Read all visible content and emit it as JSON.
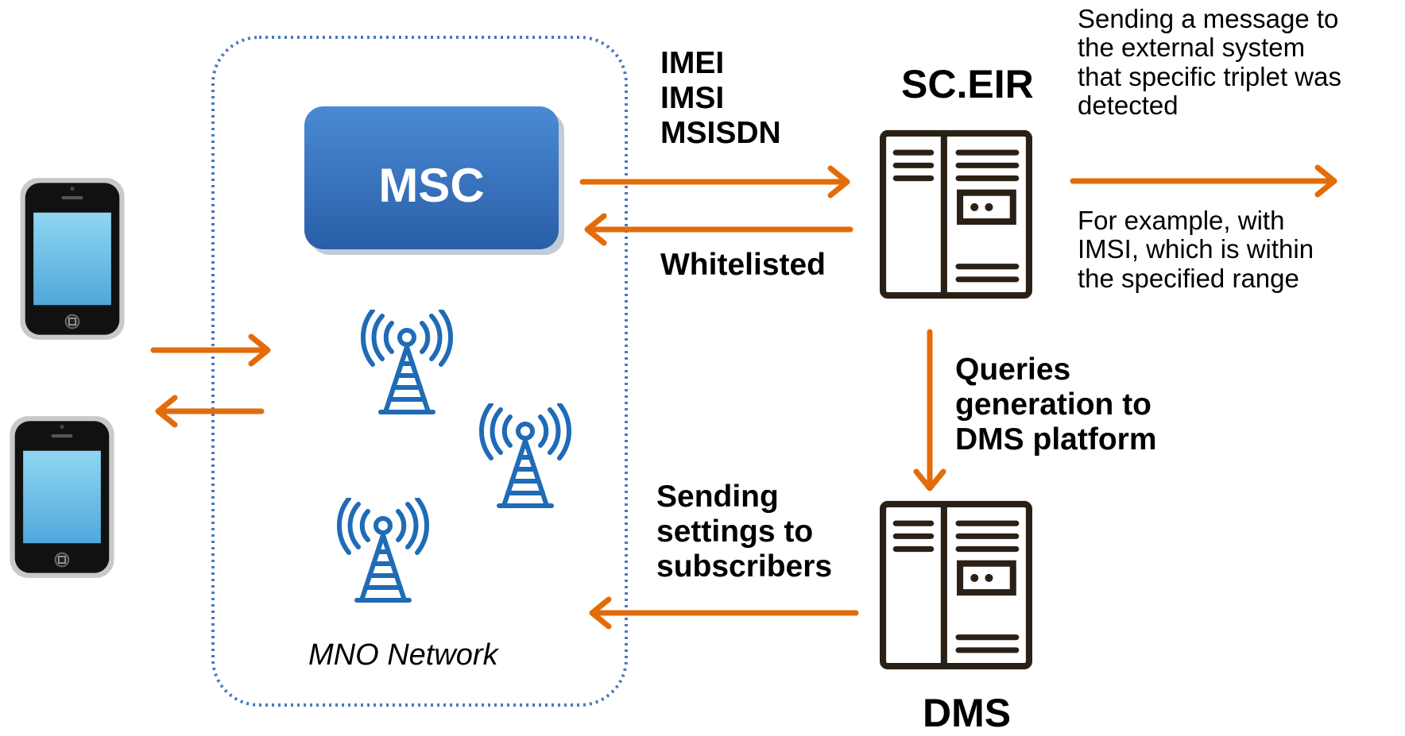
{
  "colors": {
    "arrow": "#E36C0A",
    "tower": "#1F6BB6",
    "server": "#2B2016",
    "msc_fill_top": "#4A8AD4",
    "msc_fill_bottom": "#2A5EA8",
    "network_border": "#4A78C0"
  },
  "icons": [
    "smartphone-icon",
    "cell-tower-icon",
    "server-icon"
  ],
  "msc": {
    "label": "MSC"
  },
  "network": {
    "label": "MNO Network"
  },
  "msc_to_sceir": {
    "lines": [
      "IMEI",
      "IMSI",
      "MSISDN"
    ]
  },
  "sceir_to_msc": {
    "label": "Whitelisted"
  },
  "sceir": {
    "title": "SC.EIR"
  },
  "dms": {
    "title": "DMS"
  },
  "external_message": {
    "lines": [
      "Sending a message to",
      "the external system",
      "that specific triplet was",
      "detected"
    ]
  },
  "example_note": {
    "lines": [
      "For example,  with",
      "IMSI, which is within",
      "the specified range"
    ]
  },
  "queries": {
    "lines": [
      "Queries",
      "generation to",
      "DMS platform"
    ]
  },
  "settings": {
    "lines": [
      "Sending",
      "settings to",
      "subscribers"
    ]
  }
}
